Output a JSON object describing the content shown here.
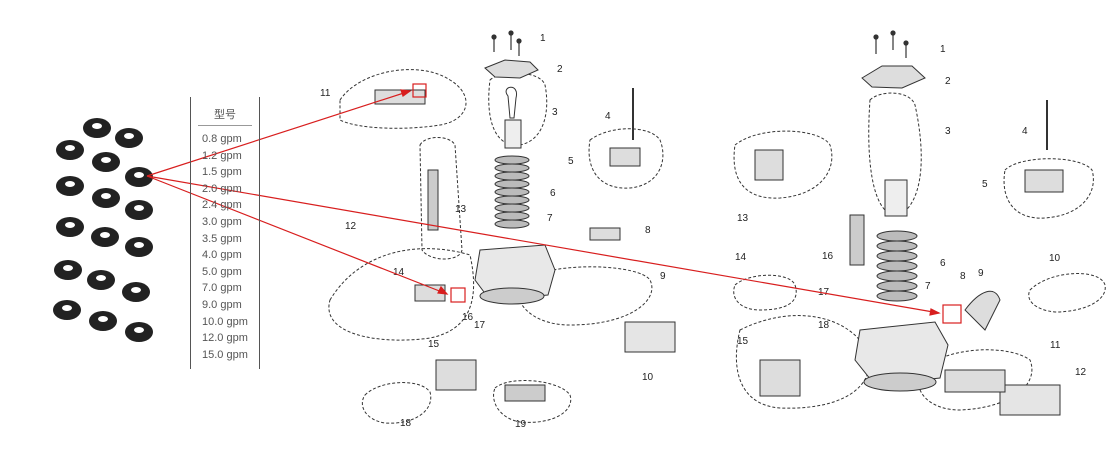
{
  "size_table": {
    "header": "型号",
    "rows": [
      "0.8 gpm",
      "1.2 gpm",
      "1.5 gpm",
      "2.0 gpm",
      "2.4 gpm",
      "3.0 gpm",
      "3.5 gpm",
      "4.0 gpm",
      "5.0 gpm",
      "7.0 gpm",
      "9.0 gpm",
      "10.0 gpm",
      "12.0 gpm",
      "15.0 gpm"
    ]
  },
  "left_diagram": {
    "callouts": [
      "1",
      "2",
      "3",
      "4",
      "5",
      "6",
      "7",
      "8",
      "9",
      "10",
      "11",
      "12",
      "13",
      "14",
      "15",
      "16",
      "17",
      "18",
      "19"
    ]
  },
  "right_diagram": {
    "callouts": [
      "1",
      "2",
      "3",
      "4",
      "5",
      "6",
      "7",
      "8",
      "9",
      "10",
      "11",
      "12",
      "13",
      "14",
      "15",
      "16",
      "17",
      "18"
    ]
  },
  "colors": {
    "pointer": "#d81e1e",
    "line_art": "#333333",
    "washer": "#111111"
  }
}
